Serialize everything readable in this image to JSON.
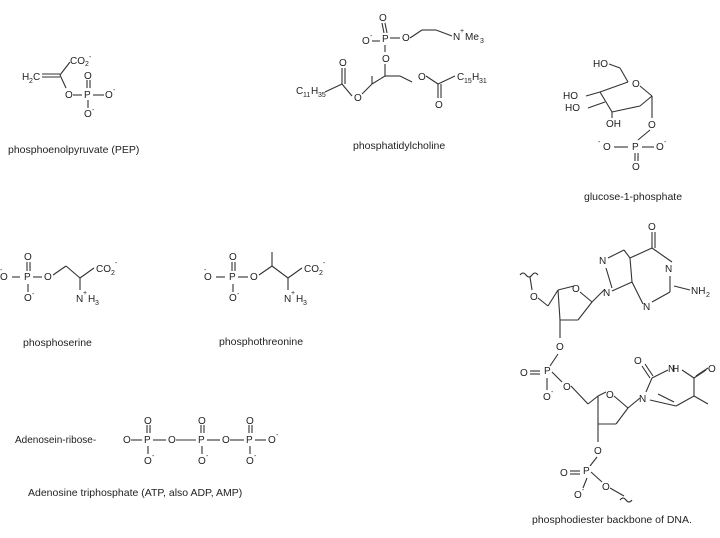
{
  "captions": {
    "pep": "phosphoenolpyruvate (PEP)",
    "pc": "phosphatidylcholine",
    "g1p": "glucose-1-phosphate",
    "pser": "phosphoserine",
    "pthr": "phosphothreonine",
    "atp": "Adenosine triphosphate (ATP, also ADP, AMP)",
    "dna": "phosphodiester backbone of DNA."
  },
  "labels": {
    "adenosine_ribose": "Adenosein-ribose-"
  }
}
